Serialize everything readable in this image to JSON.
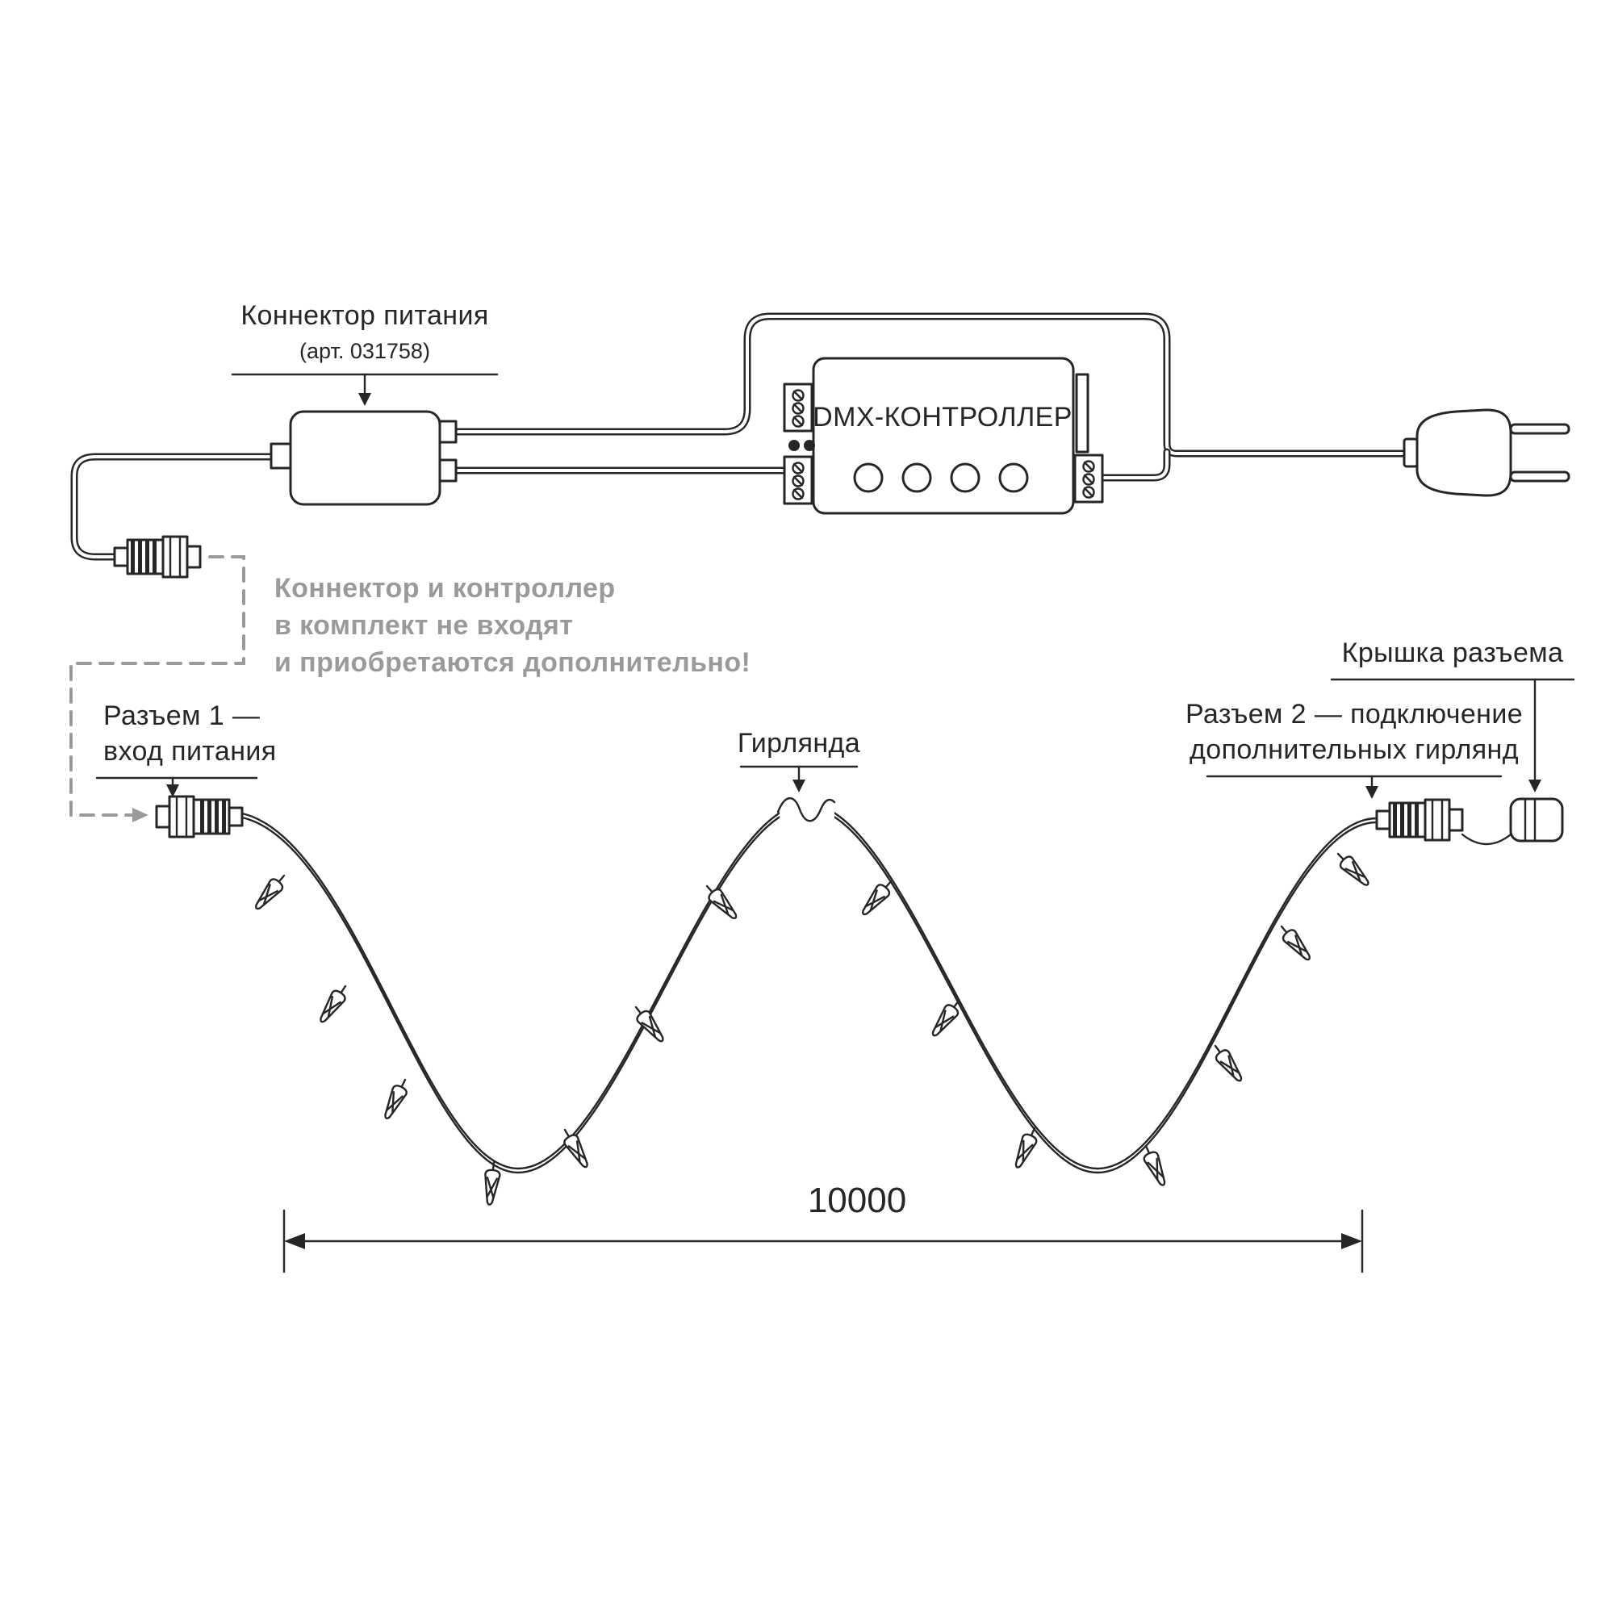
{
  "colors": {
    "ink": "#262626",
    "gray": "#9a9a9a",
    "background": "#ffffff"
  },
  "labels": {
    "power_connector_title": "Коннектор питания",
    "power_connector_art": "(арт. 031758)",
    "controller": "DMX-КОНТРОЛЛЕР",
    "note_line1": "Коннектор и контроллер",
    "note_line2": "в комплект не входят",
    "note_line3": "и приобретаются дополнительно!",
    "connector1_line1": "Разъем 1 —",
    "connector1_line2": "вход питания",
    "garland": "Гирлянда",
    "connector2_line1": "Разъем 2 — подключение",
    "connector2_line2": "дополнительных гирлянд",
    "cap": "Крышка разъема",
    "dimension": "10000"
  }
}
